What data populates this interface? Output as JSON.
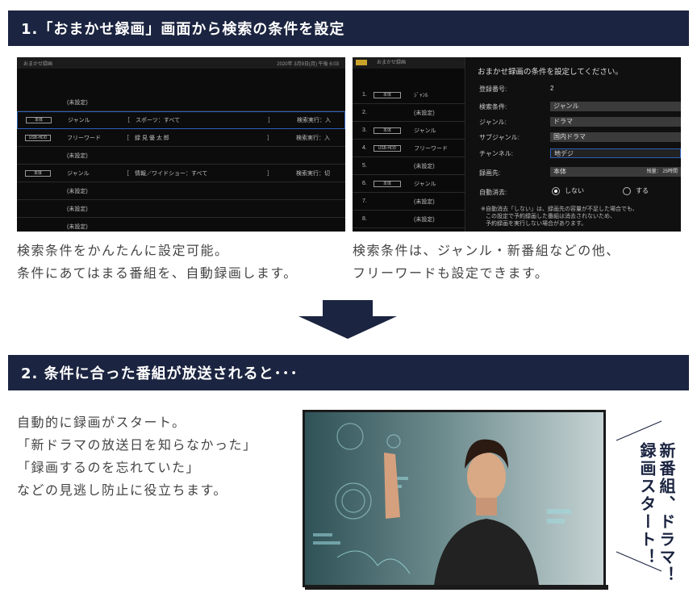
{
  "section1": {
    "title": "1.「おまかせ録画」画面から検索の条件を設定"
  },
  "section2": {
    "title": "2. 条件に合った番組が放送されると･･･"
  },
  "screen1": {
    "header_title": "おまかせ録画",
    "header_datetime": "2020年 3月9日(月) 午後 6:03",
    "rows": [
      {
        "dest": "",
        "cond": "(未設定)",
        "kw": "",
        "exec": ""
      },
      {
        "dest": "本体",
        "cond": "ジャンル",
        "kw": "［　スポーツ：すべて",
        "br": "］",
        "exec": "検索実行：入"
      },
      {
        "dest": "USB-HDD",
        "cond": "フリーワード",
        "kw": "［　録 見 優 太 郎",
        "br": "］",
        "exec": "検索実行：入"
      },
      {
        "dest": "",
        "cond": "(未設定)",
        "kw": "",
        "exec": ""
      },
      {
        "dest": "本体",
        "cond": "ジャンル",
        "kw": "［　情報／ワイドショー：すべて",
        "br": "］",
        "exec": "検索実行：切"
      },
      {
        "dest": "",
        "cond": "(未設定)",
        "kw": "",
        "exec": ""
      },
      {
        "dest": "",
        "cond": "(未設定)",
        "kw": "",
        "exec": ""
      },
      {
        "dest": "",
        "cond": "(未設定)",
        "kw": "",
        "exec": ""
      }
    ]
  },
  "screen2": {
    "header_title": "おまかせ録画",
    "list": [
      {
        "n": "1.",
        "dest": "本体",
        "cond": "ｼﾞｬﾝﾙ"
      },
      {
        "n": "2.",
        "dest": "",
        "cond": "(未設定)"
      },
      {
        "n": "3.",
        "dest": "本体",
        "cond": "ジャンル"
      },
      {
        "n": "4.",
        "dest": "USB-HDD",
        "cond": "フリーワード"
      },
      {
        "n": "5.",
        "dest": "",
        "cond": "(未設定)"
      },
      {
        "n": "6.",
        "dest": "本体",
        "cond": "ジャンル"
      },
      {
        "n": "7.",
        "dest": "",
        "cond": "(未設定)"
      },
      {
        "n": "8.",
        "dest": "",
        "cond": "(未設定)"
      }
    ],
    "panel_title": "おまかせ録画の条件を設定してください。",
    "fields": {
      "reg_label": "登録番号:",
      "reg_value": "2",
      "search_label": "検索条件:",
      "search_value": "ジャンル",
      "genre_label": "ジャンル:",
      "genre_value": "ドラマ",
      "subgenre_label": "サブジャンル:",
      "subgenre_value": "国内ドラマ",
      "channel_label": "チャンネル:",
      "channel_value": "地デジ",
      "dest_label": "録画先:",
      "dest_value": "本体",
      "dest_remain": "残量： 25時間",
      "auto_label": "自動消去:",
      "auto_opt1": "しない",
      "auto_opt2": "する"
    },
    "note_mark": "※",
    "note": "自動消去「しない」は、録画先の容量が不足した場合でも、\nこの設定で予約録画した番組は消去されないため、\n予約録画を実行しない場合があります。"
  },
  "captions": {
    "left": "検索条件をかんたんに設定可能。\n条件にあてはまる番組を、自動録画します。",
    "right": "検索条件は、ジャンル・新番組などの他、\nフリーワードも設定できます。",
    "bottom": "自動的に録画がスタート。\n「新ドラマの放送日を知らなかった」\n「録画するのを忘れていた」\nなどの見逃し防止に役立ちます。"
  },
  "side": {
    "col1": "新番組、ドラマ！",
    "col2": "録画スタート！"
  },
  "colors": {
    "navy": "#1b2440",
    "select_blue": "#2d5fb8"
  }
}
